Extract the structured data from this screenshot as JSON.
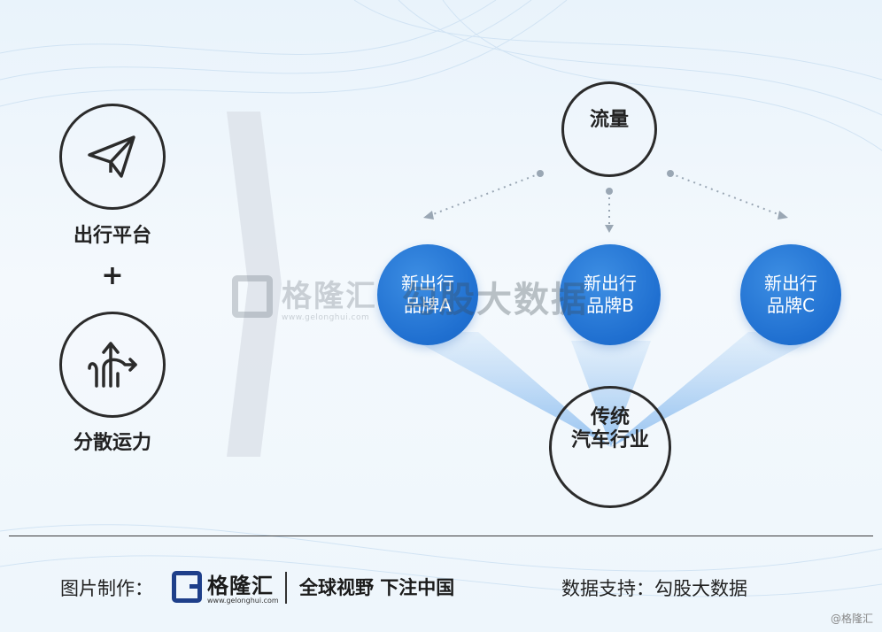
{
  "left": {
    "top_label": "出行平台",
    "plus": "+",
    "bottom_label": "分散运力"
  },
  "top_node": "流量",
  "brands": [
    {
      "line1": "新出行",
      "line2": "品牌A"
    },
    {
      "line1": "新出行",
      "line2": "品牌B"
    },
    {
      "line1": "新出行",
      "line2": "品牌C"
    }
  ],
  "bottom_node": {
    "line1": "传统",
    "line2": "汽车行业"
  },
  "watermark": {
    "name": "格隆汇",
    "url": "www.gelonghui.com",
    "text": "勾股大数据"
  },
  "footer": {
    "made_by": "图片制作：",
    "logo_name": "格隆汇",
    "logo_url": "www.gelonghui.com",
    "slogan": "全球视野 下注中国",
    "support": "数据支持：",
    "support_source": "勾股大数据",
    "corner": "@格隆汇"
  },
  "colors": {
    "brand_blue": "#1f6fd0",
    "ring": "#2b2b2b",
    "logo": "#1e3f8a"
  },
  "icons": [
    "paper-plane-icon",
    "split-arrows-icon"
  ]
}
